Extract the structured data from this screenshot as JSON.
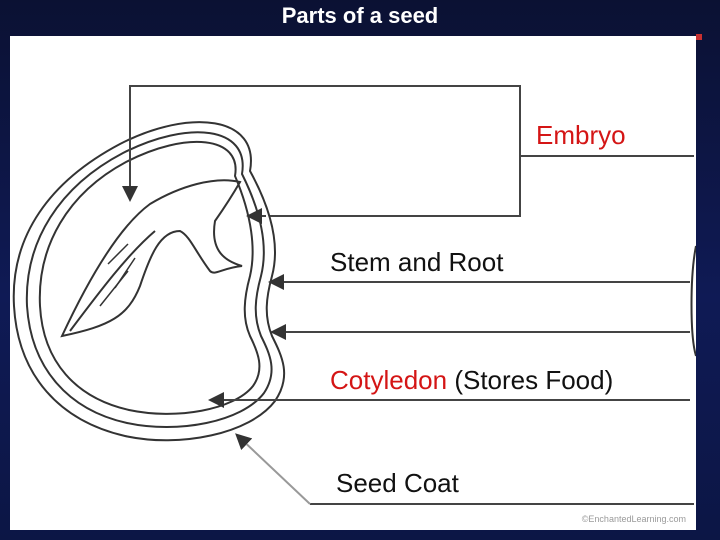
{
  "title": "Parts of a seed",
  "labels": {
    "embryo": "Embryo",
    "stem_root": "Stem and Root",
    "cotyledon": "Cotyledon",
    "cotyledon_note": "(Stores Food)",
    "seed_coat": "Seed Coat"
  },
  "credit": "©EnchantedLearning.com",
  "colors": {
    "background": "#0f1a55",
    "panel": "#ffffff",
    "highlight": "#d41515",
    "ink": "#111111"
  }
}
